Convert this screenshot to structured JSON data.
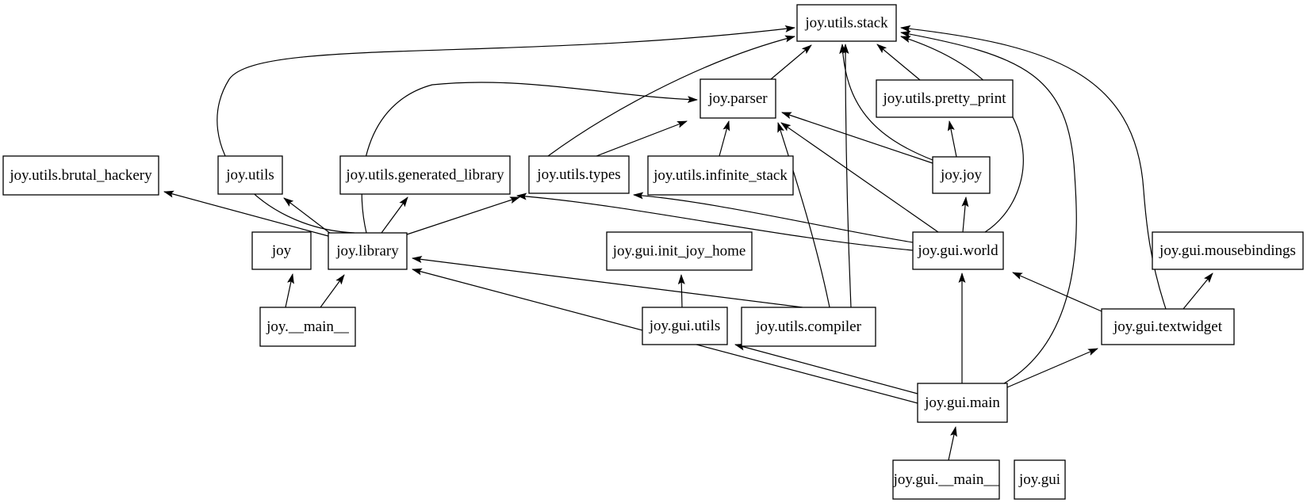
{
  "diagram": {
    "kind": "module-dependency-graph",
    "background_color": "#ffffff",
    "node_fill": "#ffffff",
    "node_border_color": "#000000",
    "edge_color": "#000000",
    "nodes": [
      {
        "id": "joy.utils.stack",
        "label": "joy.utils.stack"
      },
      {
        "id": "joy.parser",
        "label": "joy.parser"
      },
      {
        "id": "joy.utils.pretty_print",
        "label": "joy.utils.pretty_print"
      },
      {
        "id": "joy.utils.brutal_hackery",
        "label": "joy.utils.brutal_hackery"
      },
      {
        "id": "joy.utils",
        "label": "joy.utils"
      },
      {
        "id": "joy.utils.generated_library",
        "label": "joy.utils.generated_library"
      },
      {
        "id": "joy.utils.types",
        "label": "joy.utils.types"
      },
      {
        "id": "joy.utils.infinite_stack",
        "label": "joy.utils.infinite_stack"
      },
      {
        "id": "joy.joy",
        "label": "joy.joy"
      },
      {
        "id": "joy",
        "label": "joy"
      },
      {
        "id": "joy.library",
        "label": "joy.library"
      },
      {
        "id": "joy.gui.init_joy_home",
        "label": "joy.gui.init_joy_home"
      },
      {
        "id": "joy.gui.world",
        "label": "joy.gui.world"
      },
      {
        "id": "joy.gui.mousebindings",
        "label": "joy.gui.mousebindings"
      },
      {
        "id": "joy.__main__",
        "label": "joy.__main__"
      },
      {
        "id": "joy.gui.utils",
        "label": "joy.gui.utils"
      },
      {
        "id": "joy.utils.compiler",
        "label": "joy.utils.compiler"
      },
      {
        "id": "joy.gui.textwidget",
        "label": "joy.gui.textwidget"
      },
      {
        "id": "joy.gui.main",
        "label": "joy.gui.main"
      },
      {
        "id": "joy.gui.__main__",
        "label": "joy.gui.__main__"
      },
      {
        "id": "joy.gui",
        "label": "joy.gui"
      }
    ],
    "edges": [
      {
        "from": "joy.__main__",
        "to": "joy"
      },
      {
        "from": "joy.__main__",
        "to": "joy.library"
      },
      {
        "from": "joy.library",
        "to": "joy.utils.brutal_hackery"
      },
      {
        "from": "joy.library",
        "to": "joy.utils"
      },
      {
        "from": "joy.library",
        "to": "joy.utils.generated_library"
      },
      {
        "from": "joy.library",
        "to": "joy.utils.types"
      },
      {
        "from": "joy.library",
        "to": "joy.parser"
      },
      {
        "from": "joy.library",
        "to": "joy.utils.stack"
      },
      {
        "from": "joy.utils.types",
        "to": "joy.parser"
      },
      {
        "from": "joy.utils.types",
        "to": "joy.utils.stack"
      },
      {
        "from": "joy.utils.infinite_stack",
        "to": "joy.parser"
      },
      {
        "from": "joy.parser",
        "to": "joy.utils.stack"
      },
      {
        "from": "joy.utils.pretty_print",
        "to": "joy.utils.stack"
      },
      {
        "from": "joy.joy",
        "to": "joy.parser"
      },
      {
        "from": "joy.joy",
        "to": "joy.utils.pretty_print"
      },
      {
        "from": "joy.joy",
        "to": "joy.utils.stack"
      },
      {
        "from": "joy.utils.compiler",
        "to": "joy.parser"
      },
      {
        "from": "joy.utils.compiler",
        "to": "joy.utils.stack"
      },
      {
        "from": "joy.utils.compiler",
        "to": "joy.library"
      },
      {
        "from": "joy.gui.world",
        "to": "joy.utils.types"
      },
      {
        "from": "joy.gui.world",
        "to": "joy.utils.generated_library"
      },
      {
        "from": "joy.gui.world",
        "to": "joy.parser"
      },
      {
        "from": "joy.gui.world",
        "to": "joy.joy"
      },
      {
        "from": "joy.gui.world",
        "to": "joy.utils.stack"
      },
      {
        "from": "joy.gui.main",
        "to": "joy.utils.stack"
      },
      {
        "from": "joy.gui.textwidget",
        "to": "joy.utils.stack"
      },
      {
        "from": "joy.gui.textwidget",
        "to": "joy.gui.mousebindings"
      },
      {
        "from": "joy.gui.textwidget",
        "to": "joy.gui.world"
      },
      {
        "from": "joy.gui.main",
        "to": "joy.gui.world"
      },
      {
        "from": "joy.gui.main",
        "to": "joy.gui.textwidget"
      },
      {
        "from": "joy.gui.main",
        "to": "joy.gui.utils"
      },
      {
        "from": "joy.gui.main",
        "to": "joy.library"
      },
      {
        "from": "joy.gui.utils",
        "to": "joy.gui.init_joy_home"
      },
      {
        "from": "joy.gui.__main__",
        "to": "joy.gui.main"
      }
    ]
  }
}
